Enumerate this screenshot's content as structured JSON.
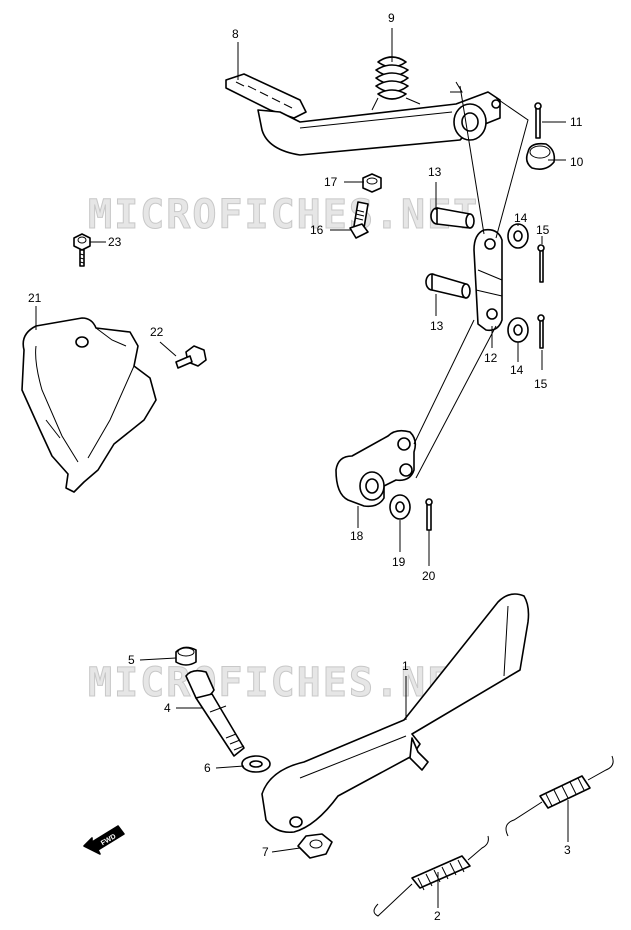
{
  "watermark": "MICROFICHES.NET",
  "fwd_label": "FWD",
  "callouts": [
    {
      "id": "c1",
      "text": "1"
    },
    {
      "id": "c2",
      "text": "2"
    },
    {
      "id": "c3",
      "text": "3"
    },
    {
      "id": "c4",
      "text": "4"
    },
    {
      "id": "c5",
      "text": "5"
    },
    {
      "id": "c6",
      "text": "6"
    },
    {
      "id": "c7",
      "text": "7"
    },
    {
      "id": "c8",
      "text": "8"
    },
    {
      "id": "c9",
      "text": "9"
    },
    {
      "id": "c10",
      "text": "10"
    },
    {
      "id": "c11",
      "text": "11"
    },
    {
      "id": "c12",
      "text": "12"
    },
    {
      "id": "c13a",
      "text": "13"
    },
    {
      "id": "c13b",
      "text": "13"
    },
    {
      "id": "c14a",
      "text": "14"
    },
    {
      "id": "c14b",
      "text": "14"
    },
    {
      "id": "c15a",
      "text": "15"
    },
    {
      "id": "c15b",
      "text": "15"
    },
    {
      "id": "c16",
      "text": "16"
    },
    {
      "id": "c17",
      "text": "17"
    },
    {
      "id": "c18",
      "text": "18"
    },
    {
      "id": "c19",
      "text": "19"
    },
    {
      "id": "c20",
      "text": "20"
    },
    {
      "id": "c21",
      "text": "21"
    },
    {
      "id": "c22",
      "text": "22"
    },
    {
      "id": "c23",
      "text": "23"
    }
  ]
}
